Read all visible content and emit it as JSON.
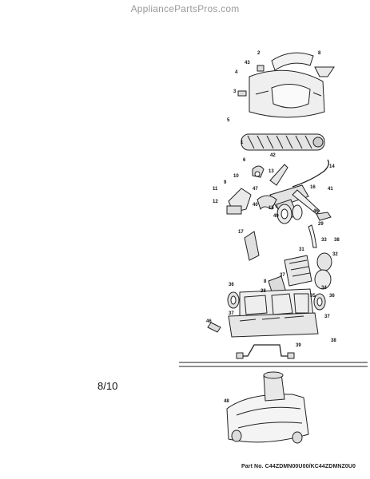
{
  "site_header": "AppliancePartsPros.com",
  "page_number": "8/10",
  "part_number": "Part No. C44ZDMN00U00/KC44ZDMNZ0U0",
  "callouts": [
    {
      "text": "2"
    },
    {
      "text": "8"
    },
    {
      "text": "43"
    },
    {
      "text": "4"
    },
    {
      "text": "3"
    },
    {
      "text": "5"
    },
    {
      "text": "1"
    },
    {
      "text": "6"
    },
    {
      "text": "42"
    },
    {
      "text": "10"
    },
    {
      "text": "14"
    },
    {
      "text": "13"
    },
    {
      "text": "9"
    },
    {
      "text": "11"
    },
    {
      "text": "47"
    },
    {
      "text": "16"
    },
    {
      "text": "41"
    },
    {
      "text": "12"
    },
    {
      "text": "40"
    },
    {
      "text": "15"
    },
    {
      "text": "49"
    },
    {
      "text": "46"
    },
    {
      "text": "29"
    },
    {
      "text": "33"
    },
    {
      "text": "38"
    },
    {
      "text": "17"
    },
    {
      "text": "32"
    },
    {
      "text": "31"
    },
    {
      "text": "37"
    },
    {
      "text": "8"
    },
    {
      "text": "28"
    },
    {
      "text": "34"
    },
    {
      "text": "36"
    },
    {
      "text": "35"
    },
    {
      "text": "36"
    },
    {
      "text": "37"
    },
    {
      "text": "37"
    },
    {
      "text": "46"
    },
    {
      "text": "38"
    },
    {
      "text": "39"
    },
    {
      "text": "48"
    }
  ]
}
